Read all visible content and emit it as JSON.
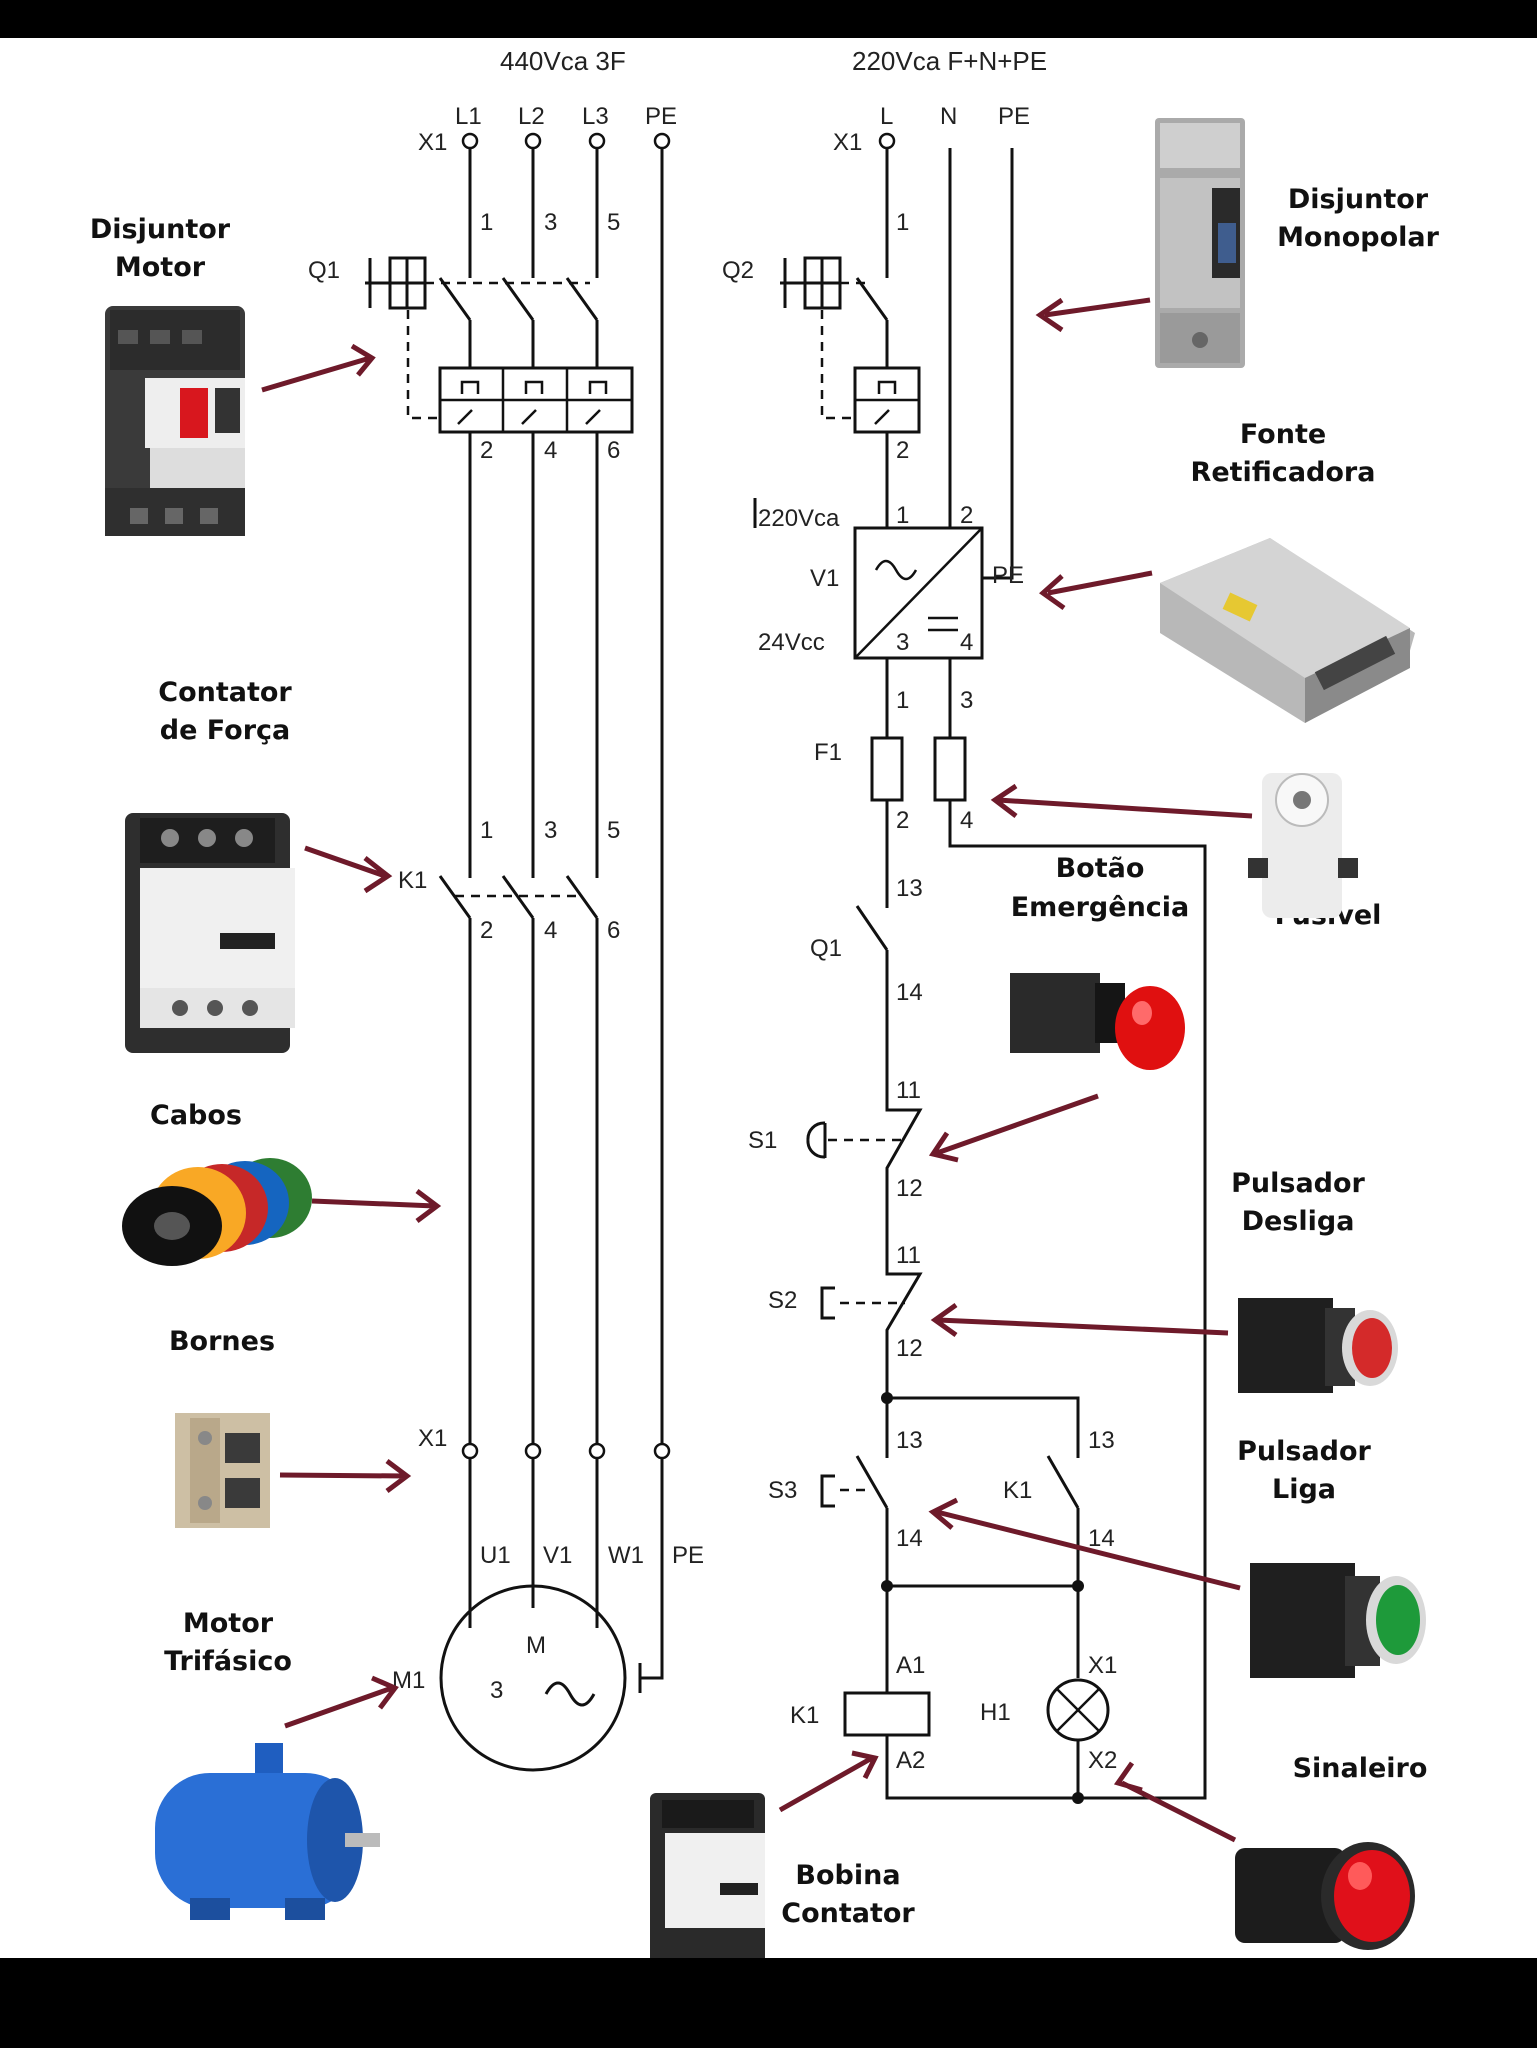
{
  "supply": {
    "power": "440Vca 3F",
    "control": "220Vca F+N+PE"
  },
  "terminals": {
    "x1": "X1",
    "l1": "L1",
    "l2": "L2",
    "l3": "L3",
    "pe": "PE",
    "l": "L",
    "n": "N"
  },
  "power_circuit": {
    "q1": "Q1",
    "k1": "K1",
    "m1": "M1",
    "pins": [
      "1",
      "3",
      "5",
      "2",
      "4",
      "6"
    ],
    "motor": {
      "u1": "U1",
      "v1": "V1",
      "w1": "W1",
      "pe": "PE",
      "m": "M",
      "phases": "3"
    }
  },
  "control_circuit": {
    "q2": "Q2",
    "v1": "V1",
    "f1": "F1",
    "q1": "Q1",
    "s1": "S1",
    "s2": "S2",
    "s3": "S3",
    "k1": "K1",
    "h1": "H1",
    "v_in": "220Vca",
    "v_out": "24Vcc",
    "pe": "PE",
    "pins": {
      "one": "1",
      "two": "2",
      "three": "3",
      "four": "4",
      "eleven": "11",
      "twelve": "12",
      "thirteen": "13",
      "fourteen": "14",
      "a1": "A1",
      "a2": "A2",
      "x1": "X1",
      "x2": "X2"
    }
  },
  "captions": {
    "disjuntor_motor": [
      "Disjuntor",
      "Motor"
    ],
    "disjuntor_monopolar": [
      "Disjuntor",
      "Monopolar"
    ],
    "fonte": [
      "Fonte",
      "Retificadora"
    ],
    "contator_forca": [
      "Contator",
      "de Força"
    ],
    "fusivel": "Fusível",
    "botao_emergencia": [
      "Botão",
      "Emergência"
    ],
    "cabos": "Cabos",
    "pulsador_desliga": [
      "Pulsador",
      "Desliga"
    ],
    "bornes": "Bornes",
    "pulsador_liga": [
      "Pulsador",
      "Liga"
    ],
    "motor_trifasico": [
      "Motor",
      "Trifásico"
    ],
    "sinaleiro": "Sinaleiro",
    "bobina_contator": [
      "Bobina",
      "Contator"
    ]
  },
  "colors": {
    "arrow": "#6e1a2a",
    "emergency_red": "#e01010",
    "stop_red": "#d42a2a",
    "start_green": "#1e9a3a",
    "motor_blue": "#2a6fd6",
    "lamp_red": "#e0101a"
  },
  "icons": {
    "breaker_motor": "motor-breaker-icon",
    "breaker_single": "single-pole-breaker-icon",
    "power_supply": "power-supply-icon",
    "contactor": "contactor-icon",
    "fuse": "fuse-holder-icon",
    "emergency_button": "emergency-button-icon",
    "cables": "cable-reels-icon",
    "stop_button": "stop-button-icon",
    "terminal_block": "terminal-block-icon",
    "start_button": "start-button-icon",
    "motor": "three-phase-motor-icon",
    "pilot_light": "pilot-light-icon",
    "coil_contactor": "coil-contactor-icon"
  }
}
